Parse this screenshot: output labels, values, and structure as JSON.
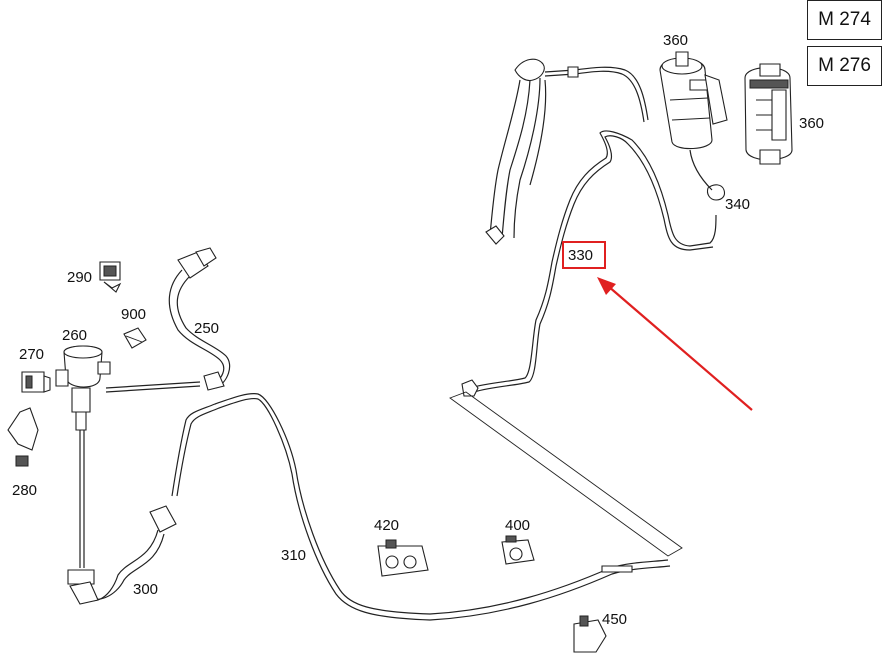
{
  "engine_codes": [
    "M 274",
    "M 276"
  ],
  "highlighted_part": "330",
  "highlight_color": "#e02020",
  "callouts": {
    "p360a": "360",
    "p360b": "360",
    "p340": "340",
    "p330": "330",
    "p290": "290",
    "p900": "900",
    "p250": "250",
    "p260": "260",
    "p270": "270",
    "p280": "280",
    "p420": "420",
    "p400": "400",
    "p310": "310",
    "p300": "300",
    "p450": "450"
  }
}
